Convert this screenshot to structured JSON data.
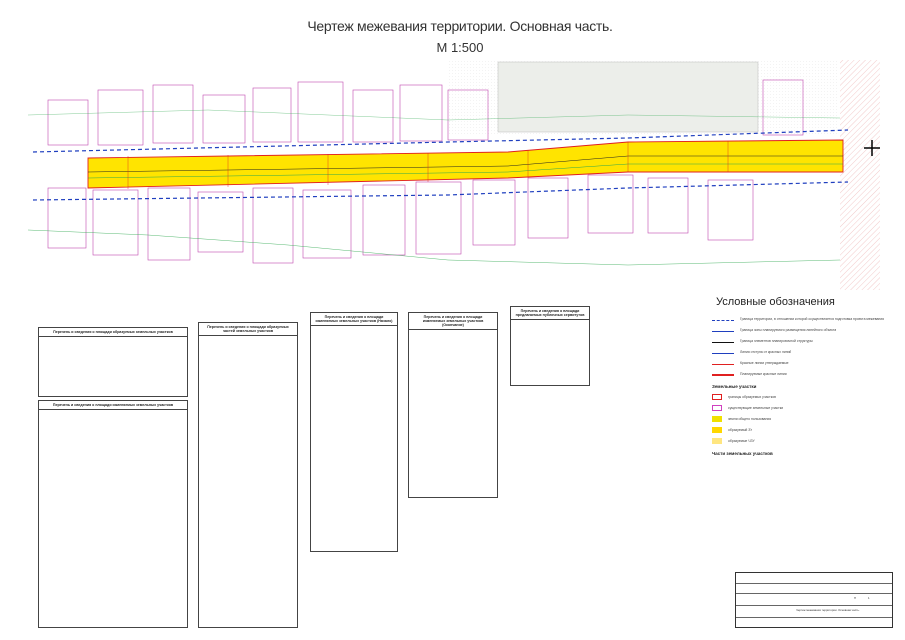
{
  "title": {
    "main": "Чертеж межевания территории. Основная часть.",
    "scale": "М 1:500"
  },
  "legend": {
    "title": "Условные обозначения",
    "items": [
      {
        "label": "Граница территории, в отношении которой осуществляется подготовка проекта межевания",
        "color": "#1f3fbf",
        "style": "dashed"
      },
      {
        "label": "Граница зоны планируемого размещения линейного объекта",
        "color": "#1f3fbf",
        "style": "solid"
      },
      {
        "label": "Граница элементов планировочной структуры",
        "color": "#111111",
        "style": "solid"
      },
      {
        "label": "Линия отступа от красных линий",
        "color": "#1f3fbf",
        "style": "thin"
      },
      {
        "label": "Красные линии утверждаемые",
        "color": "#e02020",
        "style": "solid"
      },
      {
        "label": "Планируемые красные линии",
        "color": "#e02020",
        "style": "double"
      }
    ],
    "zones_title": "Земельные участки",
    "zones": [
      {
        "label": "границы образуемых участков",
        "color": "#e02020"
      },
      {
        "label": "существующие земельные участки",
        "color": "#d040c0"
      },
      {
        "label": "земли общего пользования",
        "color": "#f0e000"
      },
      {
        "label": "образуемый ЗУ",
        "color": "#ffd700"
      },
      {
        "label": "образуемые ЧЗУ",
        "color": "#ffe680"
      }
    ],
    "parts_title": "Части земельных участков"
  },
  "tables": {
    "t1_title": "Перечень и сведения о площади образуемых земельных участков",
    "t2_title": "Перечень и сведения о площади изменяемых земельных участков",
    "t3_title": "Перечень и сведения о площади образуемых частей земельных участков",
    "t4_title": "Перечень и сведения о площади изменяемых земельных участков (Окончание)",
    "t5_title": "Перечень и сведения о площади предлагаемых публичных сервитутов",
    "t6_title": "Перечень и сведения о площади изменяемых земельных участков (Начало)"
  },
  "stamp": {
    "sheet_title": "Чертеж межевания территории. Основная часть.",
    "sheet": "1",
    "stage": "П"
  },
  "colors": {
    "road": "#ffe400",
    "redline": "#e02020",
    "blueline": "#1f3fbf",
    "parcel": "#c04ab0",
    "green": "#2fa84f"
  }
}
